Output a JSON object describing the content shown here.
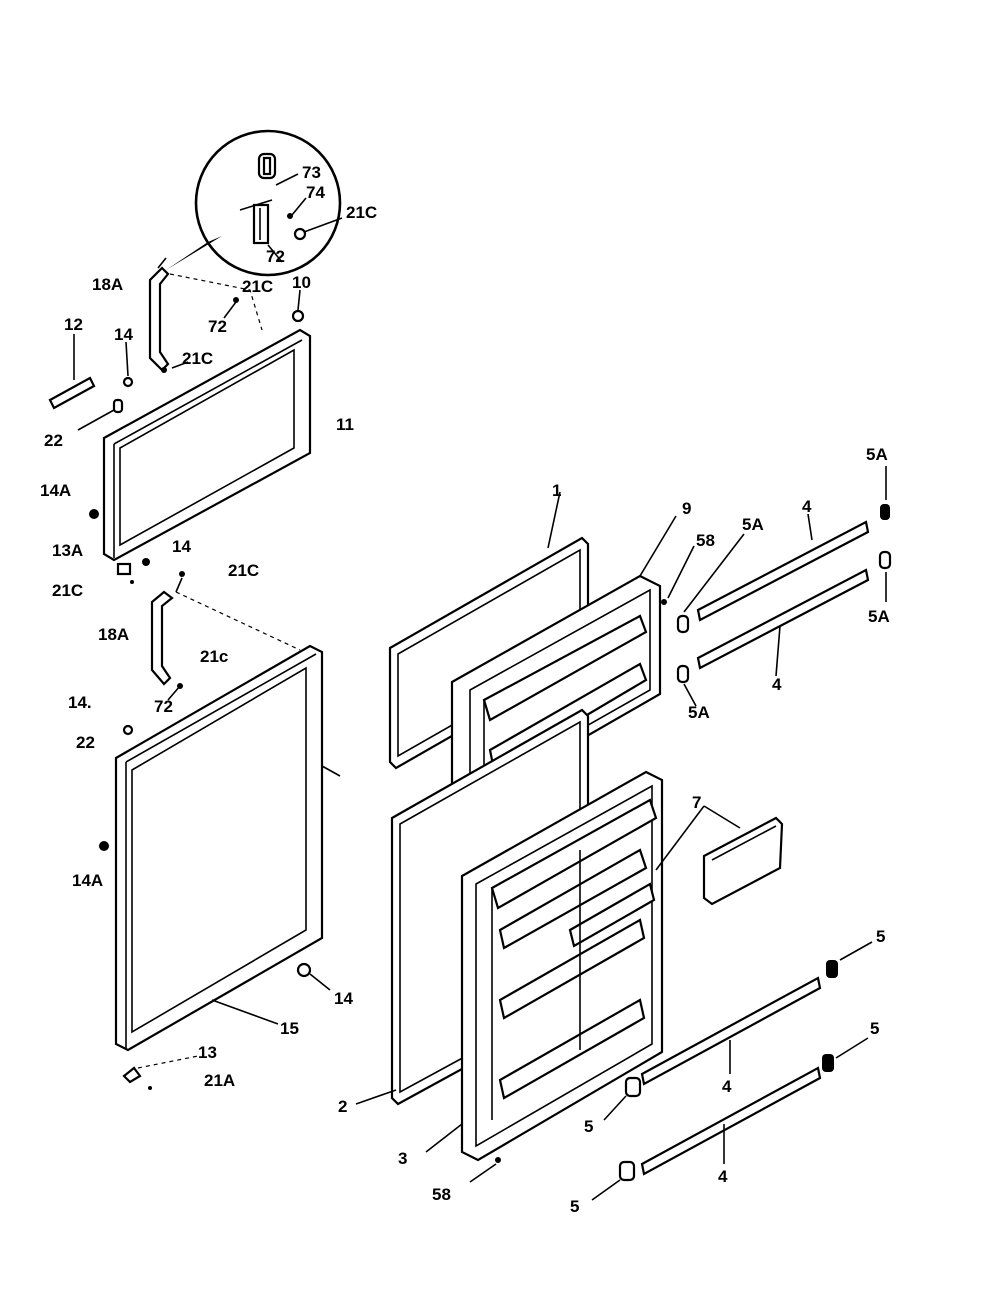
{
  "diagram": {
    "labels": {
      "l1": "1",
      "l2": "2",
      "l3": "3",
      "l4a": "4",
      "l4b": "4",
      "l4c": "4",
      "l4d": "4",
      "l5a": "5",
      "l5b": "5",
      "l5c": "5",
      "l5d": "5",
      "l5A_1": "5A",
      "l5A_2": "5A",
      "l5A_3": "5A",
      "l5A_4": "5A",
      "l7": "7",
      "l9": "9",
      "l10": "10",
      "l11": "11",
      "l12": "12",
      "l13": "13",
      "l13A": "13A",
      "l14a": "14",
      "l14b": "14",
      "l14c": "14.",
      "l14d": "14",
      "l14A_1": "14A",
      "l14A_2": "14A",
      "l15": "15",
      "l18A_1": "18A",
      "l18A_2": "18A",
      "l21A": "21A",
      "l21C_1": "21C",
      "l21C_2": "21C",
      "l21C_3": "21C",
      "l21C_4": "21C",
      "l21C_5": "21C",
      "l21c": "21c",
      "l22a": "22",
      "l22b": "22",
      "l58a": "58",
      "l58b": "58",
      "l72a": "72",
      "l72b": "72",
      "l72c": "72",
      "l73": "73",
      "l74": "74"
    }
  }
}
